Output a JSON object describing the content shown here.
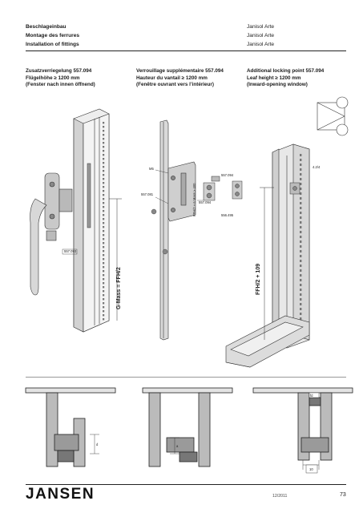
{
  "header": {
    "left_lines": [
      "Beschlageinbau",
      "Montage des ferrures",
      "Installation of fittings"
    ],
    "right_lines": [
      "Janisol Arte",
      "Janisol Arte",
      "Janisol Arte"
    ]
  },
  "columns": [
    {
      "lines": [
        "Zusatzverriegelung 557.094",
        "Flügelhöhe ≥ 1200 mm",
        "(Fenster nach innen öffnend)"
      ]
    },
    {
      "lines": [
        "Verrouillage supplémentaire 557.094",
        "Hauteur du vantail ≥ 1200 mm",
        "(Fenêtre ouvrant vers l’intérieur)"
      ]
    },
    {
      "lines": [
        "Additional locking point 557.094",
        "Leaf height ≥ 1200 mm",
        "(Inward-opening window)"
      ]
    }
  ],
  "figure1": {
    "part_label": "557.093",
    "dimension_label": "G-Mass = FFH/2"
  },
  "figure2": {
    "labels": [
      "M5",
      "557.081",
      "557.094",
      "FFH/2 + 6 Mass ≥ 400"
    ]
  },
  "figure3": {
    "labels": [
      "557.094",
      "556.495",
      "4.2/4",
      "FFH/2 + 109"
    ]
  },
  "sections": {
    "label_a": "d",
    "label_b": "a",
    "label_c": "10",
    "label_d": "fd"
  },
  "footer": {
    "brand": "JANSEN",
    "date": "12/2011",
    "page": "73"
  }
}
